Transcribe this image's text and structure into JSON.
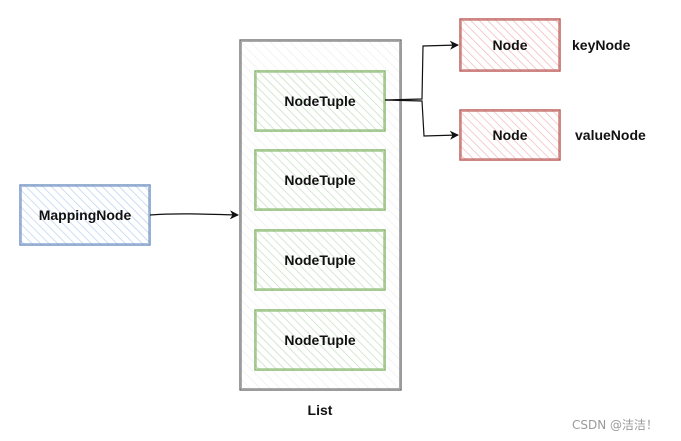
{
  "diagram": {
    "mapping_node": {
      "label": "MappingNode"
    },
    "list": {
      "label": "List",
      "tuples": [
        "NodeTuple",
        "NodeTuple",
        "NodeTuple",
        "NodeTuple"
      ]
    },
    "key_node": {
      "label": "Node",
      "caption": "keyNode"
    },
    "value_node": {
      "label": "Node",
      "caption": "valueNode"
    }
  },
  "watermark": "CSDN @洁洁！",
  "colors": {
    "blue_stroke": "#6c8ebf",
    "blue_fill": "#dae8fc",
    "green_stroke": "#82b366",
    "green_fill": "#d5e8d4",
    "red_stroke": "#b85450",
    "red_fill": "#f8cecc",
    "list_stroke": "#666666",
    "list_fill": "#f5f5f5",
    "arrow": "#111111"
  }
}
